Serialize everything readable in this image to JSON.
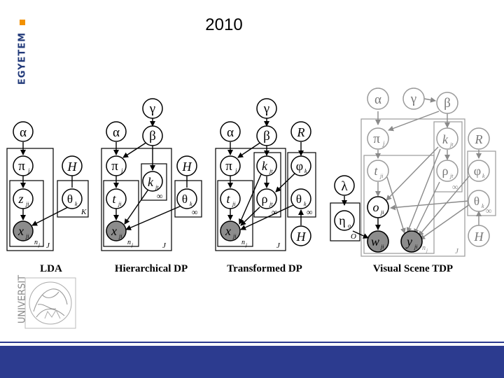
{
  "header": {
    "logo_text": "EGYETEM",
    "title": "2010"
  },
  "side": {
    "university_text": "UNIVERSIT"
  },
  "captions": {
    "lda": "LDA",
    "hdp": "Hierarchical DP",
    "tdp": "Transformed DP",
    "vstdp": "Visual Scene TDP"
  },
  "models": {
    "lda": {
      "nodes": [
        "α",
        "π",
        "j",
        "z",
        "ji",
        "x",
        "ji",
        "H",
        "θ",
        "k"
      ],
      "plates": [
        "n",
        "j",
        "J",
        "K"
      ]
    },
    "hdp": {
      "nodes": [
        "γ",
        "β",
        "α",
        "π",
        "j",
        "t",
        "ji",
        "x",
        "ji",
        "k",
        "jt",
        "H",
        "θ",
        "k"
      ],
      "plates": [
        "n",
        "j",
        "J",
        "∞",
        "∞"
      ]
    },
    "tdp": {
      "nodes": [
        "γ",
        "β",
        "α",
        "π",
        "j",
        "t",
        "ji",
        "x",
        "ji",
        "k",
        "jt",
        "ρ",
        "jt",
        "R",
        "φ",
        "k",
        "θ",
        "k",
        "H"
      ],
      "plates": [
        "n",
        "j",
        "J",
        "∞",
        "∞"
      ]
    },
    "vstdp": {
      "nodes": [
        "α",
        "γ",
        "β",
        "π",
        "j",
        "t",
        "ji",
        "k",
        "jt",
        "ρ",
        "jt",
        "R",
        "φ",
        "k",
        "λ",
        "η",
        "o",
        "o",
        "ji",
        "θ",
        "k",
        "w",
        "ji",
        "y",
        "ji",
        "H"
      ],
      "plates": [
        "O",
        "n",
        "j",
        "J",
        "∞",
        "∞"
      ]
    }
  },
  "colors": {
    "accent_orange": "#f29100",
    "brand_blue": "#2c3b8f",
    "observed_fill": "#8c8c8c",
    "faded_gray": "#8a8a8a"
  }
}
